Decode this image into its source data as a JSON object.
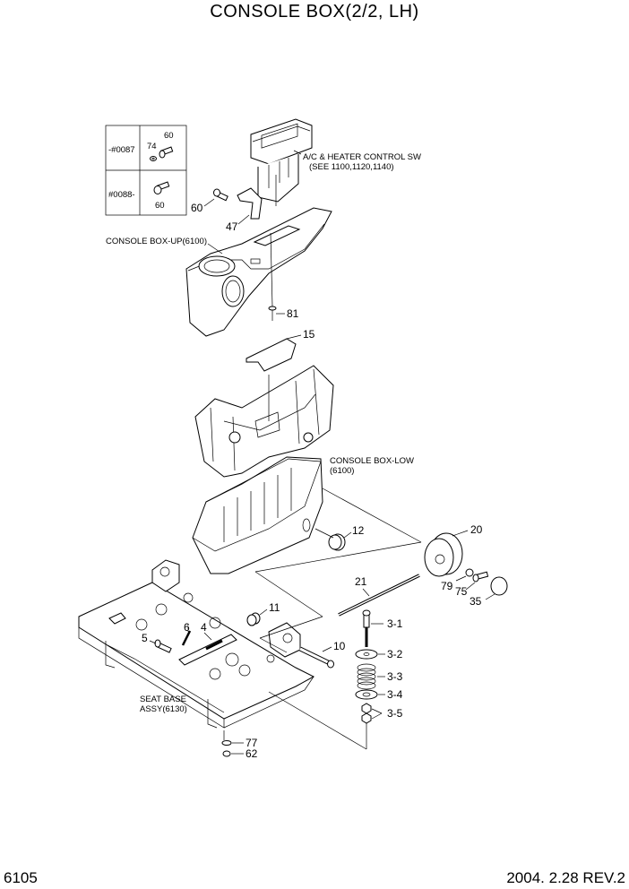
{
  "header": {
    "title": "CONSOLE BOX(2/2, LH)"
  },
  "footer": {
    "page": "6105",
    "revision": "2004. 2.28 REV.2"
  },
  "variant_table": {
    "rows": [
      {
        "serial": "-#0087",
        "parts": [
          "60",
          "74"
        ]
      },
      {
        "serial": "#0088-",
        "parts": [
          "60"
        ]
      }
    ]
  },
  "assembly_labels": {
    "ac_heater_line1": "A/C & HEATER CONTROL SW",
    "ac_heater_line2": "(SEE 1100,1120,1140)",
    "console_up": "CONSOLE BOX-UP(6100)",
    "console_low_line1": "CONSOLE BOX-LOW",
    "console_low_line2": "(6100)",
    "seat_base_line1": "SEAT BASE",
    "seat_base_line2": "ASSY(6130)"
  },
  "part_numbers": {
    "p60": "60",
    "p47": "47",
    "p81": "81",
    "p15": "15",
    "p12": "12",
    "p20": "20",
    "p21": "21",
    "p79": "79",
    "p75": "75",
    "p35": "35",
    "p11": "11",
    "p6": "6",
    "p4": "4",
    "p5": "5",
    "p10": "10",
    "p3_1": "3-1",
    "p3_2": "3-2",
    "p3_3": "3-3",
    "p3_4": "3-4",
    "p3_5": "3-5",
    "p77": "77",
    "p62": "62"
  }
}
